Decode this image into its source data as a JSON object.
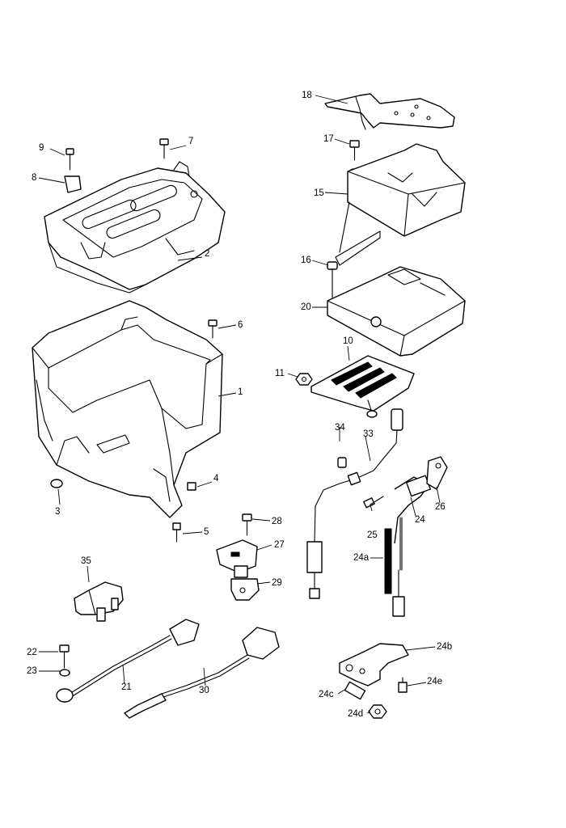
{
  "callouts": {
    "c1": "1",
    "c2": "2",
    "c3": "3",
    "c4": "4",
    "c5": "5",
    "c6": "6",
    "c7": "7",
    "c8": "8",
    "c9": "9",
    "c10": "10",
    "c11": "11",
    "c15": "15",
    "c16": "16",
    "c17": "17",
    "c18": "18",
    "c20": "20",
    "c21": "21",
    "c22": "22",
    "c23": "23",
    "c24": "24",
    "c24a": "24a",
    "c24b": "24b",
    "c24c": "24c",
    "c24d": "24d",
    "c24e": "24e",
    "c25": "25",
    "c26": "26",
    "c27": "27",
    "c28": "28",
    "c29": "29",
    "c30": "30",
    "c33": "33",
    "c34": "34",
    "c35": "35"
  }
}
